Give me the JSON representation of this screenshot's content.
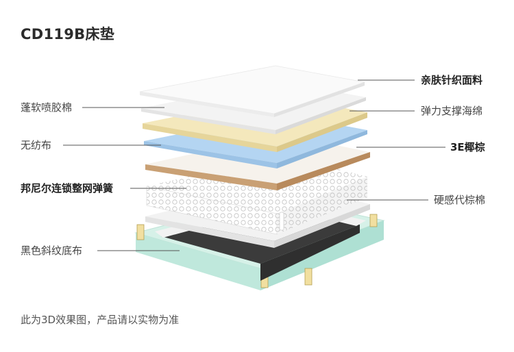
{
  "title": "CD119B床垫",
  "labels": {
    "left": [
      {
        "id": "spray-glue-cotton",
        "text": "蓬软喷胶棉",
        "bold": false
      },
      {
        "id": "non-woven",
        "text": "无纺布",
        "bold": false
      },
      {
        "id": "spring",
        "text": "邦尼尔连锁整网弹簧",
        "bold": true
      },
      {
        "id": "bottom-fabric",
        "text": "黑色斜纹底布",
        "bold": false
      }
    ],
    "right": [
      {
        "id": "top-fabric",
        "text": "亲肤针织面料",
        "bold": true
      },
      {
        "id": "elastic-sponge",
        "text": "弹力支撑海绵",
        "bold": false
      },
      {
        "id": "coir-3e",
        "text": "3E椰棕",
        "bold": true
      },
      {
        "id": "hard-palm",
        "text": "硬感代棕棉",
        "bold": false
      }
    ]
  },
  "footer": "此为3D效果图，产品请以实物为准",
  "colors": {
    "top_fabric": "#f7f7f7",
    "foam": "#f3e6b8",
    "non_woven": "#a9cdee",
    "coir": "#c49a6c",
    "frame": "#cfeee5",
    "bottom": "#3a3a3a",
    "line": "#555555"
  }
}
